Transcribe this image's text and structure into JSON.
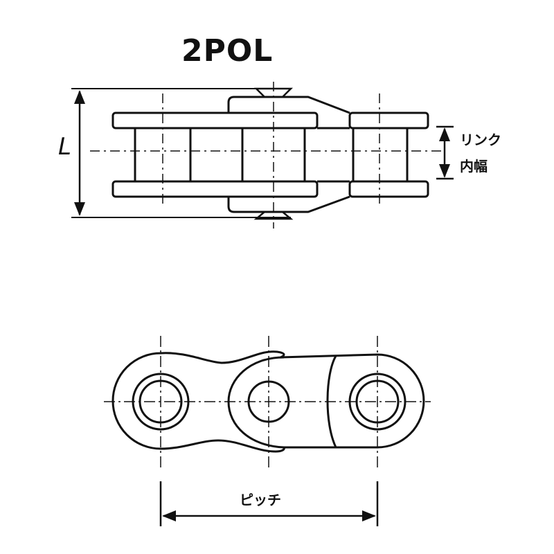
{
  "title": "2POL",
  "top_view": {
    "length_label": "L",
    "inner_width_label_line1": "リンク",
    "inner_width_label_line2": "内幅"
  },
  "side_view": {
    "pitch_label": "ピッチ"
  },
  "colors": {
    "line": "#111111",
    "background": "#ffffff"
  }
}
